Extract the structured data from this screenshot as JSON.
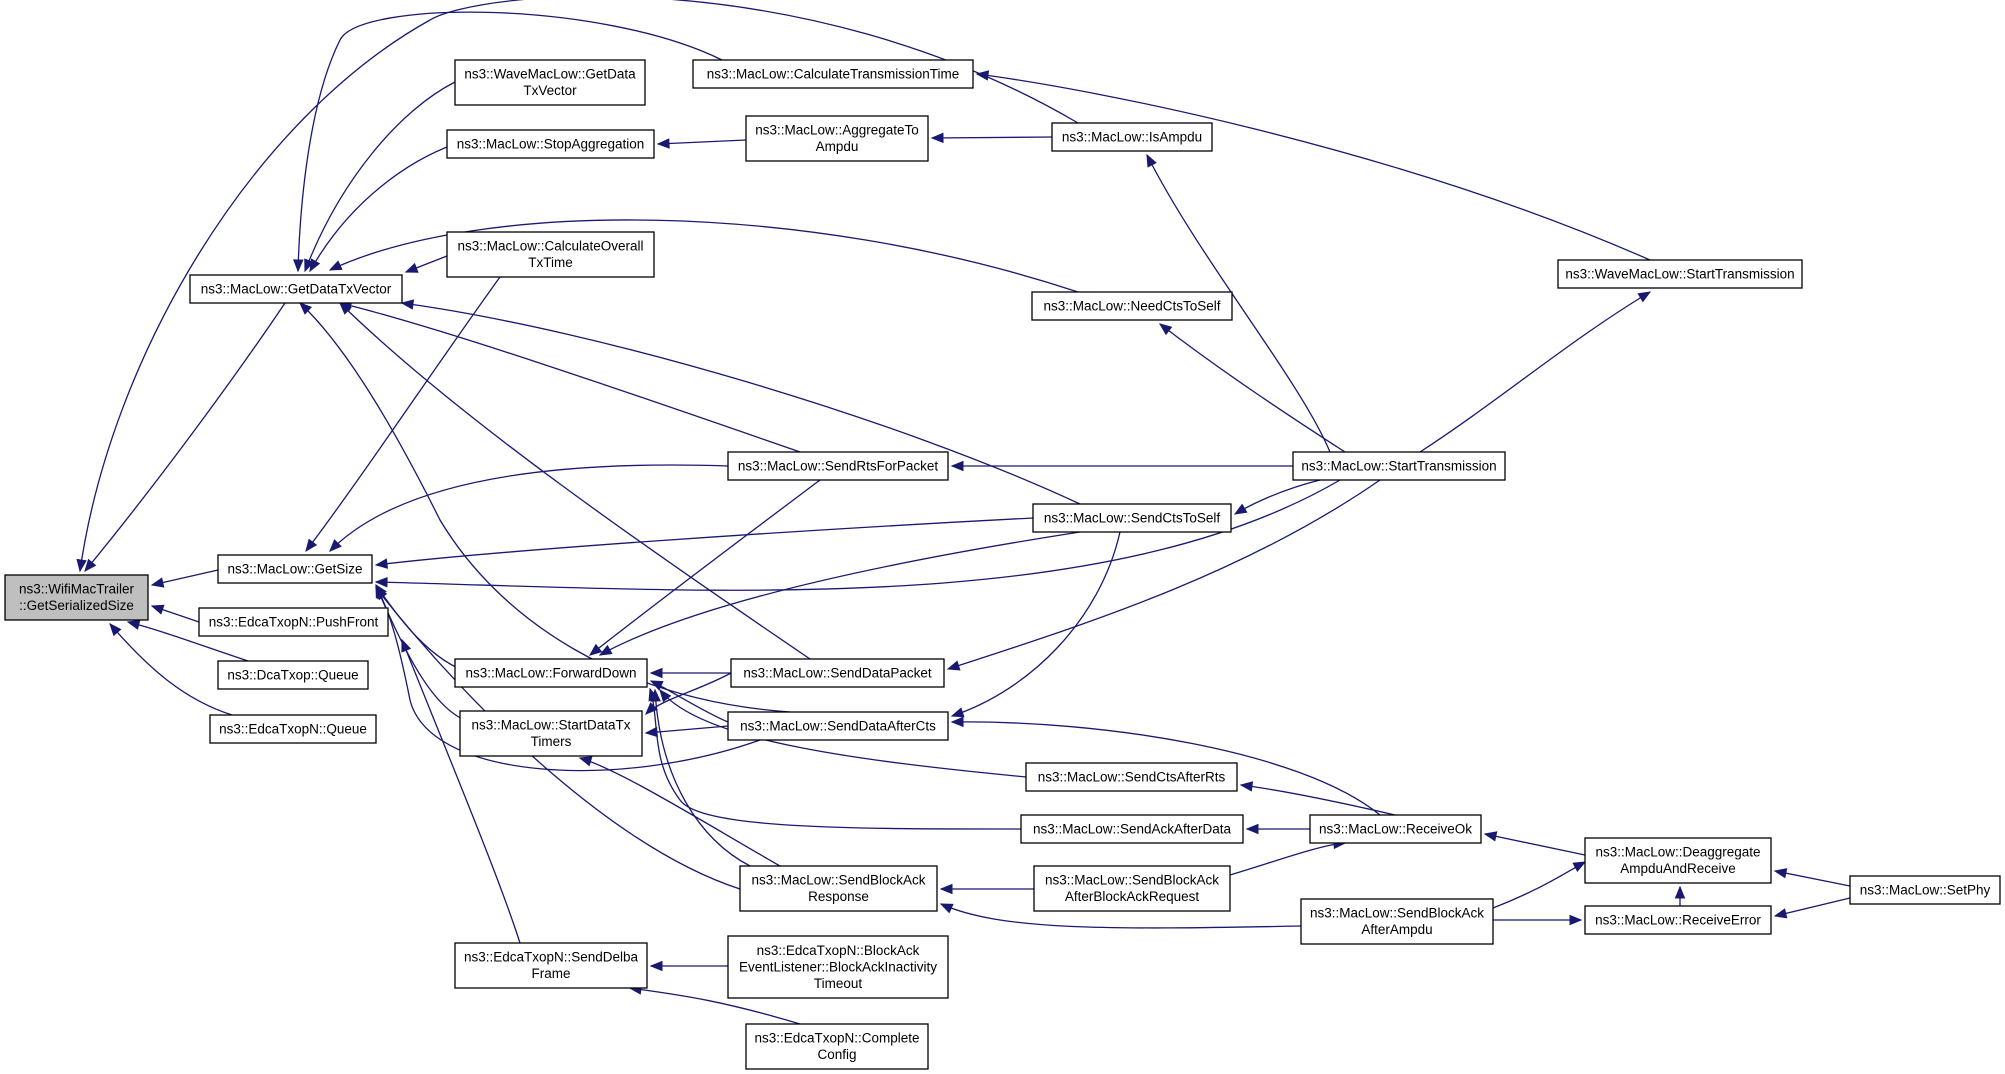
{
  "diagram": {
    "title": "",
    "nodes": [
      {
        "id": "n0",
        "lines": [
          "ns3::WifiMacTrailer",
          "::GetSerializedSize"
        ],
        "root": true
      },
      {
        "id": "n1",
        "lines": [
          "ns3::MacLow::GetDataTxVector"
        ]
      },
      {
        "id": "n2",
        "lines": [
          "ns3::MacLow::GetSize"
        ]
      },
      {
        "id": "n3",
        "lines": [
          "ns3::EdcaTxopN::PushFront"
        ]
      },
      {
        "id": "n4",
        "lines": [
          "ns3::DcaTxop::Queue"
        ]
      },
      {
        "id": "n5",
        "lines": [
          "ns3::EdcaTxopN::Queue"
        ]
      },
      {
        "id": "n6",
        "lines": [
          "ns3::WaveMacLow::GetData",
          "TxVector"
        ]
      },
      {
        "id": "n7",
        "lines": [
          "ns3::MacLow::StopAggregation"
        ]
      },
      {
        "id": "n8",
        "lines": [
          "ns3::MacLow::CalculateOverall",
          "TxTime"
        ]
      },
      {
        "id": "n9",
        "lines": [
          "ns3::MacLow::CalculateTransmissionTime"
        ]
      },
      {
        "id": "n10",
        "lines": [
          "ns3::MacLow::AggregateTo",
          "Ampdu"
        ]
      },
      {
        "id": "n11",
        "lines": [
          "ns3::MacLow::IsAmpdu"
        ]
      },
      {
        "id": "n12",
        "lines": [
          "ns3::WaveMacLow::StartTransmission"
        ]
      },
      {
        "id": "n13",
        "lines": [
          "ns3::MacLow::NeedCtsToSelf"
        ]
      },
      {
        "id": "n14",
        "lines": [
          "ns3::MacLow::StartTransmission"
        ]
      },
      {
        "id": "n15",
        "lines": [
          "ns3::MacLow::SendRtsForPacket"
        ]
      },
      {
        "id": "n16",
        "lines": [
          "ns3::MacLow::SendCtsToSelf"
        ]
      },
      {
        "id": "n17",
        "lines": [
          "ns3::MacLow::ForwardDown"
        ]
      },
      {
        "id": "n18",
        "lines": [
          "ns3::MacLow::SendDataPacket"
        ]
      },
      {
        "id": "n19",
        "lines": [
          "ns3::MacLow::StartDataTx",
          "Timers"
        ]
      },
      {
        "id": "n20",
        "lines": [
          "ns3::MacLow::SendDataAfterCts"
        ]
      },
      {
        "id": "n21",
        "lines": [
          "ns3::MacLow::SendCtsAfterRts"
        ]
      },
      {
        "id": "n22",
        "lines": [
          "ns3::MacLow::SendAckAfterData"
        ]
      },
      {
        "id": "n23",
        "lines": [
          "ns3::MacLow::ReceiveOk"
        ]
      },
      {
        "id": "n24",
        "lines": [
          "ns3::MacLow::Deaggregate",
          "AmpduAndReceive"
        ]
      },
      {
        "id": "n25",
        "lines": [
          "ns3::MacLow::SetPhy"
        ]
      },
      {
        "id": "n26",
        "lines": [
          "ns3::MacLow::SendBlockAck",
          "Response"
        ]
      },
      {
        "id": "n27",
        "lines": [
          "ns3::MacLow::SendBlockAck",
          "AfterBlockAckRequest"
        ]
      },
      {
        "id": "n28",
        "lines": [
          "ns3::MacLow::SendBlockAck",
          "AfterAmpdu"
        ]
      },
      {
        "id": "n29",
        "lines": [
          "ns3::MacLow::ReceiveError"
        ]
      },
      {
        "id": "n30",
        "lines": [
          "ns3::EdcaTxopN::SendDelba",
          "Frame"
        ]
      },
      {
        "id": "n31",
        "lines": [
          "ns3::EdcaTxopN::BlockAck",
          "EventListener::BlockAckInactivity",
          "Timeout"
        ]
      },
      {
        "id": "n32",
        "lines": [
          "ns3::EdcaTxopN::Complete",
          "Config"
        ]
      }
    ]
  }
}
